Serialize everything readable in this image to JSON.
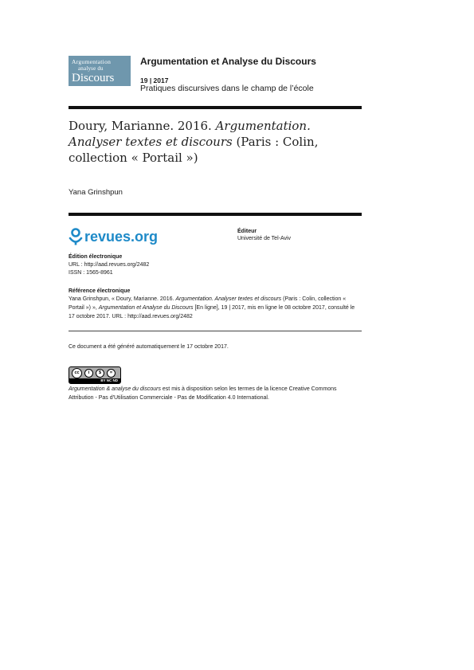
{
  "header": {
    "logo": {
      "line1": "Argumentation",
      "line2": "analyse du",
      "line3": "Discours",
      "bg_color": "#6f97ad"
    },
    "journal_title": "Argumentation et Analyse du Discours",
    "issue": "19 | 2017",
    "issue_title": "Pratiques discursives dans le champ de l’école"
  },
  "article": {
    "title_part1": "Doury, Marianne. 2016. ",
    "title_italic": "Argumentation. Analyser textes et discours",
    "title_part2": " (Paris : Colin, collection « Portail »)",
    "author": "Yana Grinshpun"
  },
  "publisher": {
    "logo_text": "revues.org",
    "logo_color": "#1e8ac8",
    "editor_label": "Éditeur",
    "editor_value": "Université de Tel-Aviv"
  },
  "electronic_edition": {
    "label": "Édition électronique",
    "url": "URL : http://aad.revues.org/2482",
    "issn": "ISSN : 1565-8961"
  },
  "reference": {
    "label": "Référence électronique",
    "part1": "Yana Grinshpun, « Doury, Marianne. 2016. ",
    "italic1": "Argumentation. Analyser textes et discours",
    "part2": " (Paris : Colin, collection « Portail ») », ",
    "italic2": "Argumentation et Analyse du Discours",
    "part3": " [En ligne], 19 | 2017, mis en ligne le 08 octobre 2017, consulté le 17 octobre 2017. URL : http://aad.revues.org/2482"
  },
  "generated_note": "Ce document a été généré automatiquement le 17 octobre 2017.",
  "license": {
    "badge_strip": "BY   NC   ND",
    "badge_symbols": [
      "cc",
      "i",
      "$",
      "="
    ],
    "italic": "Argumentation & analyse du discours",
    "text": " est mis à disposition selon les termes de la licence Creative Commons Attribution - Pas d'Utilisation Commerciale - Pas de Modification 4.0 International."
  }
}
